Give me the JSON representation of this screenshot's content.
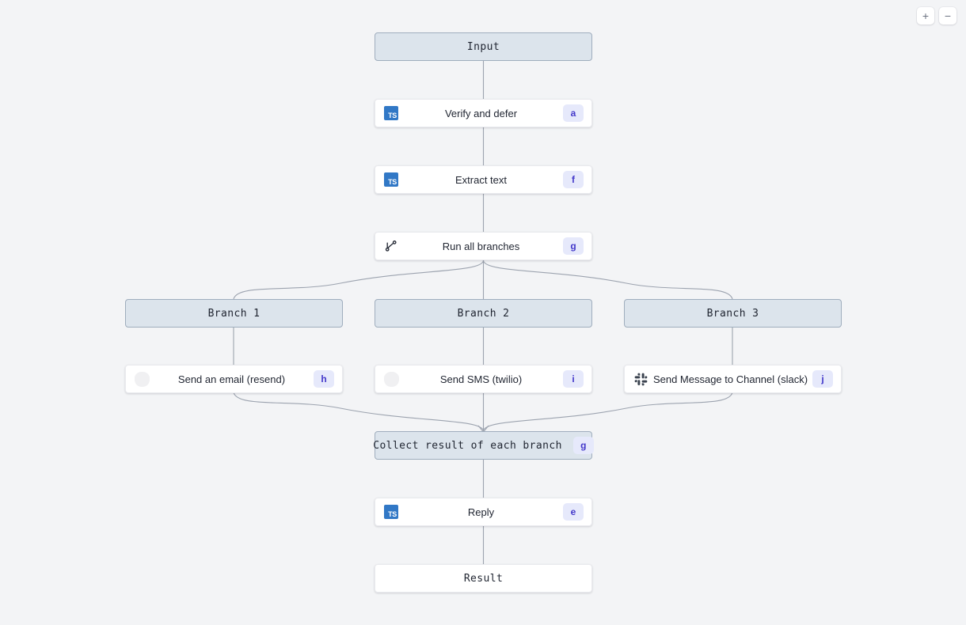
{
  "canvas": {
    "background": "#f3f4f6",
    "edge_color": "#9ca3af"
  },
  "zoom_controls": {
    "zoom_in_label": "+",
    "zoom_out_label": "−"
  },
  "colors": {
    "terminal_fill": "#dce4ec",
    "terminal_border": "#9fadbd",
    "badge_bg": "#e6e9fb",
    "badge_fg": "#4338ca",
    "ts_blue": "#3178c6",
    "card_bg": "#ffffff"
  },
  "nodes": {
    "input": {
      "title": "Input",
      "kind": "terminal"
    },
    "verify": {
      "title": "Verify and defer",
      "badge": "a",
      "icon": "typescript-icon"
    },
    "extract": {
      "title": "Extract text",
      "badge": "f",
      "icon": "typescript-icon"
    },
    "run_all": {
      "title": "Run all branches",
      "badge": "g",
      "icon": "git-branch-icon"
    },
    "branch1": {
      "title": "Branch 1",
      "kind": "terminal"
    },
    "branch2": {
      "title": "Branch 2",
      "kind": "terminal"
    },
    "branch3": {
      "title": "Branch 3",
      "kind": "terminal"
    },
    "email": {
      "title": "Send an email (resend)",
      "badge": "h",
      "icon": "resend-icon"
    },
    "sms": {
      "title": "Send SMS (twilio)",
      "badge": "i",
      "icon": "twilio-icon"
    },
    "slack": {
      "title": "Send Message to Channel (slack)",
      "badge": "j",
      "icon": "slack-icon"
    },
    "collect": {
      "title": "Collect result of each branch",
      "badge": "g",
      "kind": "collect"
    },
    "reply": {
      "title": "Reply",
      "badge": "e",
      "icon": "typescript-icon"
    },
    "result": {
      "title": "Result",
      "kind": "plain"
    }
  },
  "ts_icon_label": "TS"
}
